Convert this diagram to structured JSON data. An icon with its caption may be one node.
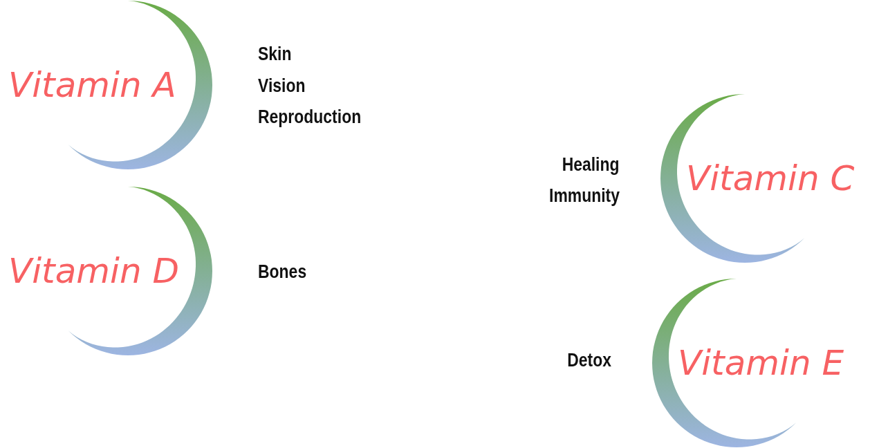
{
  "diagram": {
    "nodes": [
      {
        "text": [
          "Vitamin A"
        ],
        "beside": [
          "Skin",
          "Vision",
          "Reproduction"
        ]
      },
      {
        "text": [
          "Vitamin D"
        ],
        "beside": [
          "Bones"
        ]
      },
      {
        "text": [
          "Vitamin C"
        ],
        "beside": [
          "Healing",
          "Immunity"
        ]
      },
      {
        "text": [
          "Vitamin E"
        ],
        "beside": [
          "Detox"
        ]
      }
    ]
  }
}
